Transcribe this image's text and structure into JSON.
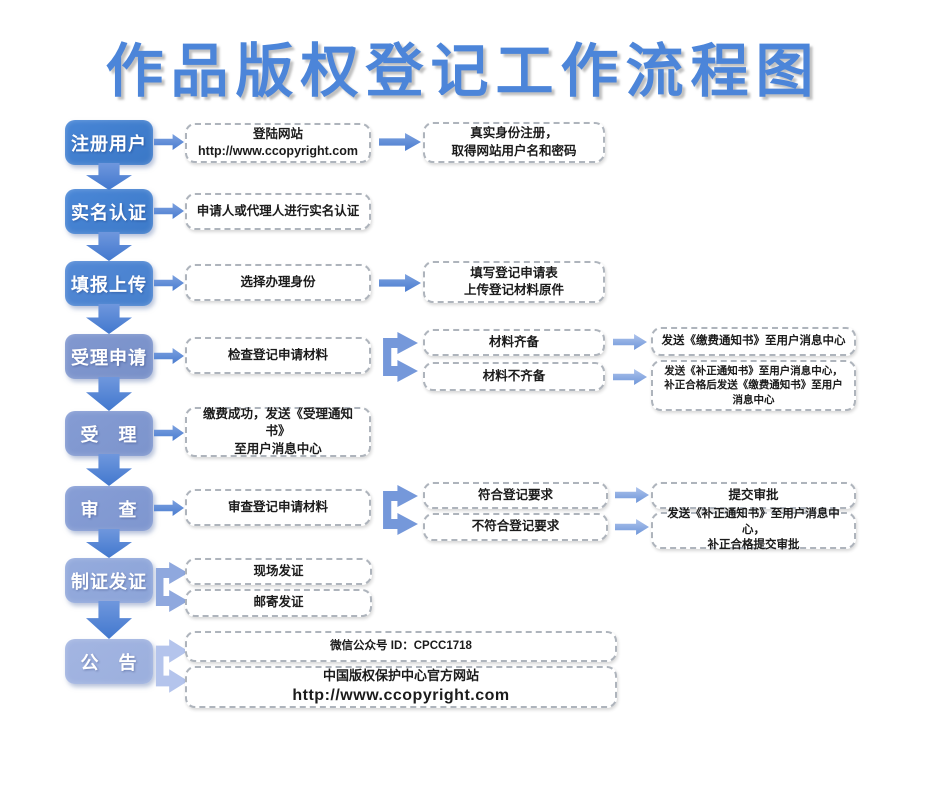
{
  "title": "作品版权登记工作流程图",
  "steps": [
    {
      "label": "注册用户",
      "color": "#3e7bcb"
    },
    {
      "label": "实名认证",
      "color": "#4280ce"
    },
    {
      "label": "填报上传",
      "color": "#4b82d0"
    },
    {
      "label": "受理申请",
      "color": "#7b93cc"
    },
    {
      "label": "受　理",
      "color": "#7f97d0"
    },
    {
      "label": "审　查",
      "color": "#8199d3"
    },
    {
      "label": "制证发证",
      "color": "#90a7db"
    },
    {
      "label": "公　告",
      "color": "#9fb2e0"
    }
  ],
  "nodes": {
    "login_site": "登陆网站\nhttp://www.ccopyright.com",
    "real_identity": "真实身份注册，\n取得网站用户名和密码",
    "realname_auth": "申请人或代理人进行实名认证",
    "choose_identity": "选择办理身份",
    "fill_form": "填写登记申请表\n上传登记材料原件",
    "check_materials": "检查登记申请材料",
    "materials_complete": "材料齐备",
    "materials_incomplete": "材料不齐备",
    "send_payment_notice": "发送《缴费通知书》至用户消息中心",
    "send_correction_then_payment": "发送《补正通知书》至用户消息中心，\n补正合格后发送《缴费通知书》至用户\n消息中心",
    "payment_success_notice": "缴费成功，发送《受理通知书》\n至用户消息中心",
    "review_materials": "审查登记申请材料",
    "meets_requirements": "符合登记要求",
    "not_meets_requirements": "不符合登记要求",
    "submit_approval": "提交审批",
    "correction_then_approval": "发送《补正通知书》至用户消息中心，\n补正合格提交审批",
    "onsite_issue": "现场发证",
    "mail_issue": "邮寄发证",
    "wechat_id": "微信公众号 ID：CPCC1718",
    "official_site_name": "中国版权保护中心官方网站",
    "official_site_url": "http://www.ccopyright.com"
  },
  "colors": {
    "title_blue": "#4c85d9",
    "arrow_blue": "#4a7cd0",
    "arrow_light_blue": "#7e9edd",
    "fork_blue": "#7598da",
    "fork_light": "#8fa8de",
    "fork_lighter": "#b4c4ec",
    "dashed_border": "#aeb4bc",
    "text_dark": "#1b1b1b"
  }
}
